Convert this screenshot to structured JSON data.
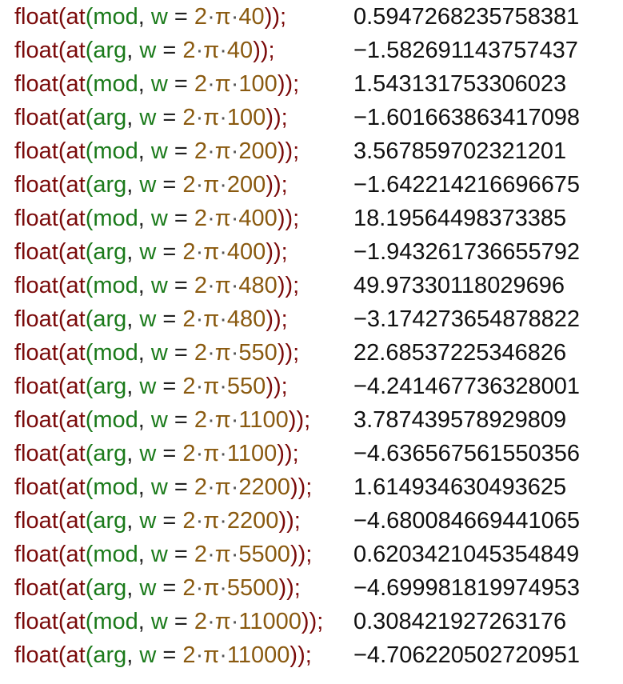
{
  "colors": {
    "function": "#7a0a0a",
    "keyword": "#1a7a1a",
    "number": "#8a5a10",
    "punctuation": "#222222",
    "result": "#111111"
  },
  "rows": [
    {
      "fn1": "float",
      "fn2": "at",
      "kind": "mod",
      "w": "w",
      "eq": " = ",
      "two": "2",
      "pi": "π",
      "freq": "40",
      "close": "));",
      "result": "0.5947268235758381"
    },
    {
      "fn1": "float",
      "fn2": "at",
      "kind": "arg",
      "w": "w",
      "eq": " = ",
      "two": "2",
      "pi": "π",
      "freq": "40",
      "close": "));",
      "result": "−1.582691143757437"
    },
    {
      "fn1": "float",
      "fn2": "at",
      "kind": "mod",
      "w": "w",
      "eq": " = ",
      "two": "2",
      "pi": "π",
      "freq": "100",
      "close": "));",
      "result": "1.543131753306023"
    },
    {
      "fn1": "float",
      "fn2": "at",
      "kind": "arg",
      "w": "w",
      "eq": " = ",
      "two": "2",
      "pi": "π",
      "freq": "100",
      "close": "));",
      "result": "−1.601663863417098"
    },
    {
      "fn1": "float",
      "fn2": "at",
      "kind": "mod",
      "w": "w",
      "eq": " = ",
      "two": "2",
      "pi": "π",
      "freq": "200",
      "close": "));",
      "result": "3.567859702321201"
    },
    {
      "fn1": "float",
      "fn2": "at",
      "kind": "arg",
      "w": "w",
      "eq": " = ",
      "two": "2",
      "pi": "π",
      "freq": "200",
      "close": "));",
      "result": "−1.642214216696675"
    },
    {
      "fn1": "float",
      "fn2": "at",
      "kind": "mod",
      "w": "w",
      "eq": " = ",
      "two": "2",
      "pi": "π",
      "freq": "400",
      "close": "));",
      "result": "18.19564498373385"
    },
    {
      "fn1": "float",
      "fn2": "at",
      "kind": "arg",
      "w": "w",
      "eq": " = ",
      "two": "2",
      "pi": "π",
      "freq": "400",
      "close": "));",
      "result": "−1.943261736655792"
    },
    {
      "fn1": "float",
      "fn2": "at",
      "kind": "mod",
      "w": "w",
      "eq": " = ",
      "two": "2",
      "pi": "π",
      "freq": "480",
      "close": "));",
      "result": "49.97330118029696"
    },
    {
      "fn1": "float",
      "fn2": "at",
      "kind": "arg",
      "w": "w",
      "eq": " = ",
      "two": "2",
      "pi": "π",
      "freq": "480",
      "close": "));",
      "result": "−3.174273654878822"
    },
    {
      "fn1": "float",
      "fn2": "at",
      "kind": "mod",
      "w": "w",
      "eq": " = ",
      "two": "2",
      "pi": "π",
      "freq": "550",
      "close": "));",
      "result": "22.68537225346826"
    },
    {
      "fn1": "float",
      "fn2": "at",
      "kind": "arg",
      "w": "w",
      "eq": " = ",
      "two": "2",
      "pi": "π",
      "freq": "550",
      "close": "));",
      "result": "−4.241467736328001"
    },
    {
      "fn1": "float",
      "fn2": "at",
      "kind": "mod",
      "w": "w",
      "eq": " = ",
      "two": "2",
      "pi": "π",
      "freq": "1100",
      "close": "));",
      "result": "3.787439578929809"
    },
    {
      "fn1": "float",
      "fn2": "at",
      "kind": "arg",
      "w": "w",
      "eq": " = ",
      "two": "2",
      "pi": "π",
      "freq": "1100",
      "close": "));",
      "result": "−4.636567561550356"
    },
    {
      "fn1": "float",
      "fn2": "at",
      "kind": "mod",
      "w": "w",
      "eq": " = ",
      "two": "2",
      "pi": "π",
      "freq": "2200",
      "close": "));",
      "result": "1.614934630493625"
    },
    {
      "fn1": "float",
      "fn2": "at",
      "kind": "arg",
      "w": "w",
      "eq": " = ",
      "two": "2",
      "pi": "π",
      "freq": "2200",
      "close": "));",
      "result": "−4.680084669441065"
    },
    {
      "fn1": "float",
      "fn2": "at",
      "kind": "mod",
      "w": "w",
      "eq": " = ",
      "two": "2",
      "pi": "π",
      "freq": "5500",
      "close": "));",
      "result": "0.6203421045354849"
    },
    {
      "fn1": "float",
      "fn2": "at",
      "kind": "arg",
      "w": "w",
      "eq": " = ",
      "two": "2",
      "pi": "π",
      "freq": "5500",
      "close": "));",
      "result": "−4.699981819974953"
    },
    {
      "fn1": "float",
      "fn2": "at",
      "kind": "mod",
      "w": "w",
      "eq": " = ",
      "two": "2",
      "pi": "π",
      "freq": "11000",
      "close": "));",
      "result": "0.308421927263176"
    },
    {
      "fn1": "float",
      "fn2": "at",
      "kind": "arg",
      "w": "w",
      "eq": " = ",
      "two": "2",
      "pi": "π",
      "freq": "11000",
      "close": "));",
      "result": "−4.706220502720951"
    }
  ]
}
